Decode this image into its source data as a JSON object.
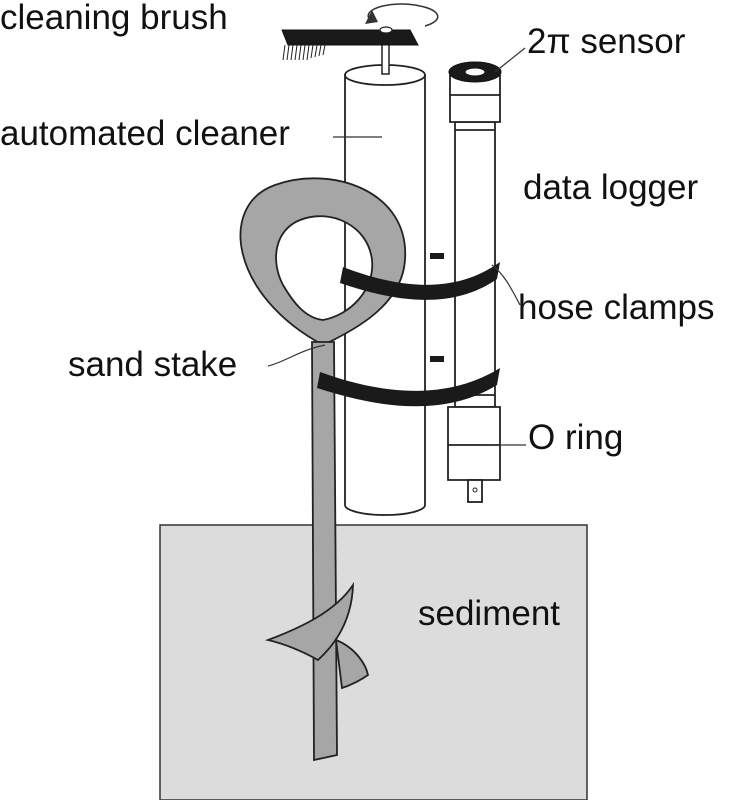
{
  "diagram": {
    "labels": {
      "cleaning_brush": "cleaning brush",
      "sensor": "2π sensor",
      "automated_cleaner": "automated cleaner",
      "data_logger": "data logger",
      "hose_clamps": "hose clamps",
      "sand_stake": "sand stake",
      "o_ring": "O ring",
      "sediment": "sediment"
    },
    "colors": {
      "sediment": "#dcdcdc",
      "stake": "#a6a6a6",
      "outline": "#222222",
      "clamp": "#1a1a1a",
      "brush": "#1a1a1a",
      "background": "#ffffff"
    }
  }
}
